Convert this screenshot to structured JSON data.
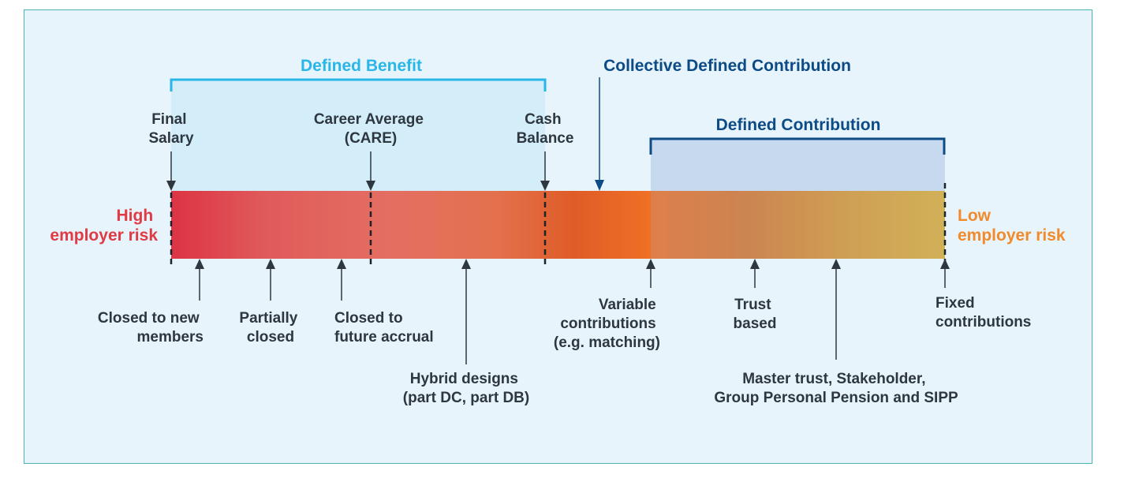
{
  "headings": {
    "defined_benefit": "Defined Benefit",
    "collective_dc": "Collective Defined Contribution",
    "defined_contribution": "Defined Contribution"
  },
  "risk": {
    "high_line1": "High",
    "high_line2": "employer risk",
    "low_line1": "Low",
    "low_line2": "employer risk"
  },
  "top_labels": {
    "final_salary": [
      "Final",
      "Salary"
    ],
    "career_average": [
      "Career Average",
      "(CARE)"
    ],
    "cash_balance": [
      "Cash",
      "Balance"
    ]
  },
  "bottom_labels": {
    "closed_new_members": [
      "Closed to new",
      "members"
    ],
    "partially_closed": [
      "Partially",
      "closed"
    ],
    "closed_future_accrual": [
      "Closed to",
      "future accrual"
    ],
    "hybrid_designs": [
      "Hybrid designs",
      "(part DC, part DB)"
    ],
    "variable_contributions": [
      "Variable",
      "contributions",
      "(e.g. matching)"
    ],
    "trust_based": [
      "Trust",
      "based"
    ],
    "master_trust": [
      "Master trust, Stakeholder,",
      "Group Personal Pension and SIPP"
    ],
    "fixed_contributions": [
      "Fixed",
      "contributions"
    ]
  },
  "colors": {
    "panel_bg": "#e7f4fb",
    "panel_border": "#4bb5b0",
    "db_bracket": "#29b6e8",
    "db_fill": "#d3eef9",
    "dc_bracket": "#0d4b86",
    "dc_fill": "#c7d9ee",
    "high_risk": "#e03a45",
    "low_risk": "#f08a2a",
    "text_dark": "#2e3640",
    "bar_gradient": [
      "#dc3444",
      "#e46e62",
      "#e06a45",
      "#df5c27",
      "#f07a26",
      "#d9842c",
      "#dfb036"
    ]
  }
}
